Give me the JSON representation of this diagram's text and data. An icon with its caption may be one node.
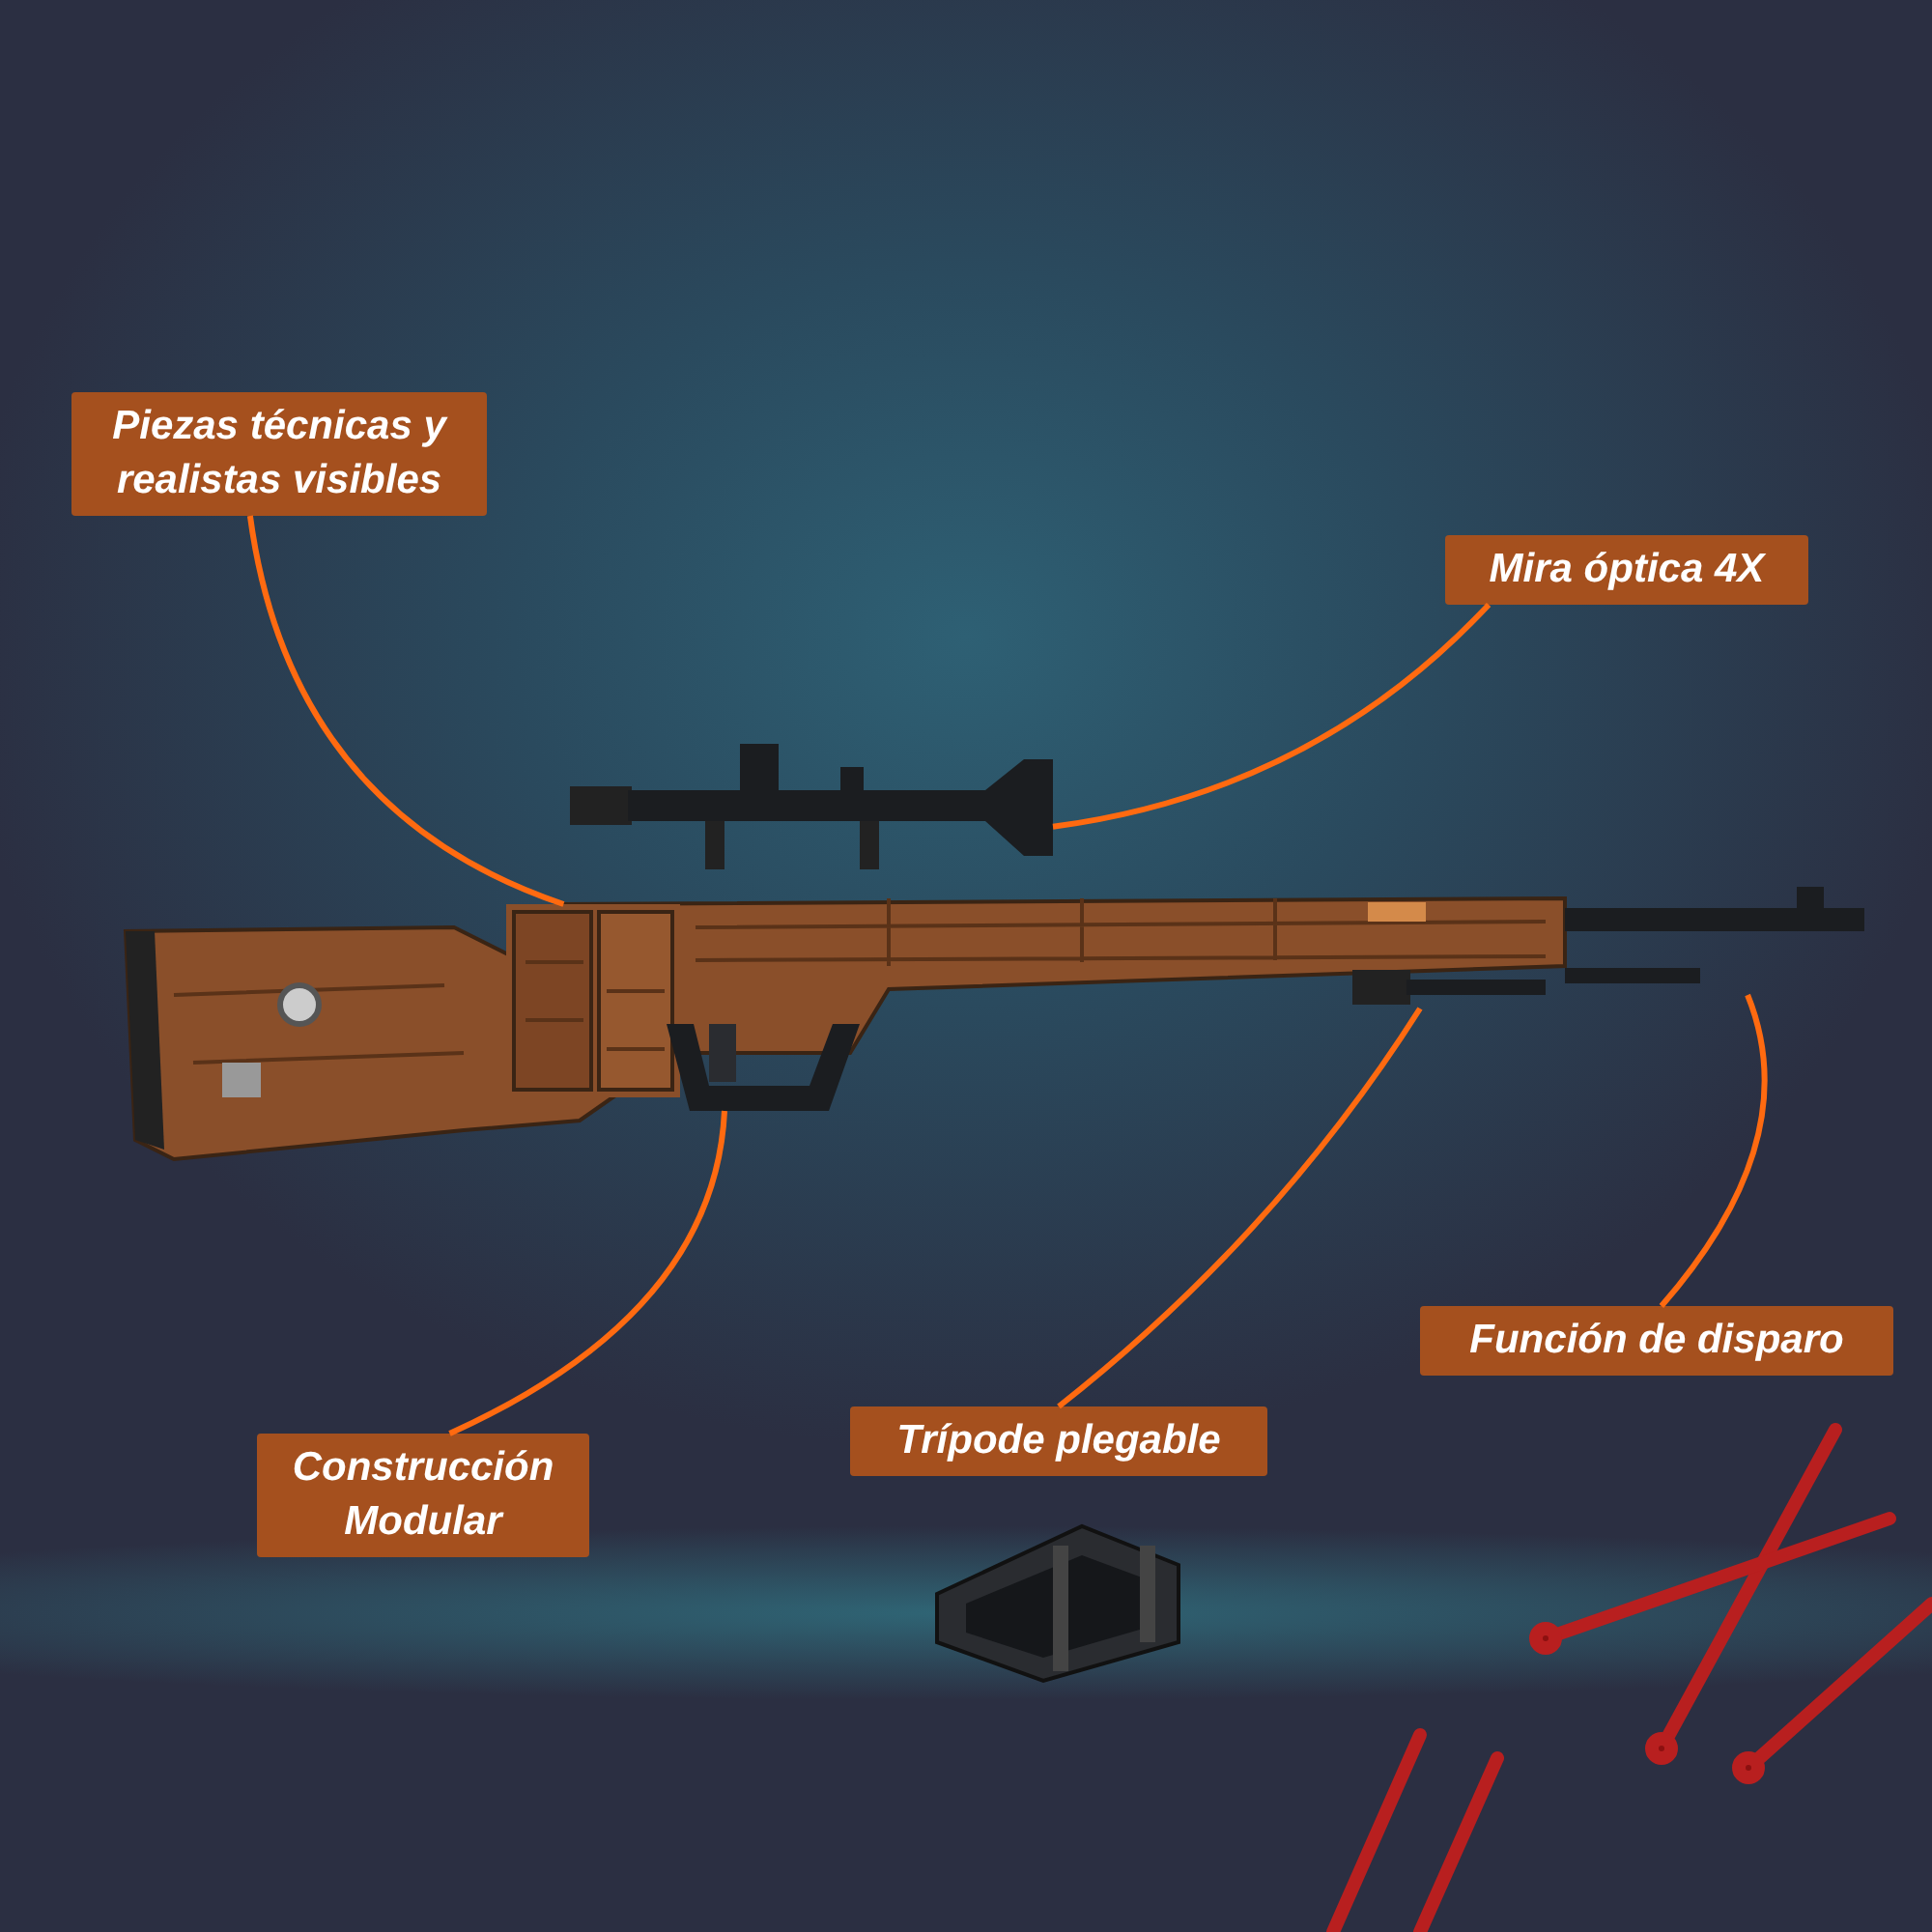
{
  "diagram": {
    "nodes": [
      {
        "text": [
          "Piezas técnicas y realistas visibles"
        ]
      },
      {
        "text": [
          "Mira óptica 4X"
        ]
      },
      {
        "text": [
          "Construcción Modular"
        ]
      },
      {
        "text": [
          "Trípode plegable"
        ]
      },
      {
        "text": [
          "Función de disparo"
        ]
      },
      {
        "text": [],
        "shape": "picture"
      },
      {
        "text": [],
        "shape": "picture"
      },
      {
        "text": [],
        "shape": "picture"
      },
      {
        "text": [],
        "shape": "picture"
      },
      {
        "text": [],
        "shape": "picture"
      }
    ],
    "edges": [
      {
        "from": 0,
        "to": 6,
        "arrow": "none"
      },
      {
        "from": 1,
        "to": 5,
        "arrow": "none"
      },
      {
        "from": 2,
        "to": 7,
        "arrow": "none"
      },
      {
        "from": 3,
        "to": 8,
        "arrow": "none"
      },
      {
        "from": 4,
        "to": 9,
        "arrow": "none"
      }
    ]
  }
}
